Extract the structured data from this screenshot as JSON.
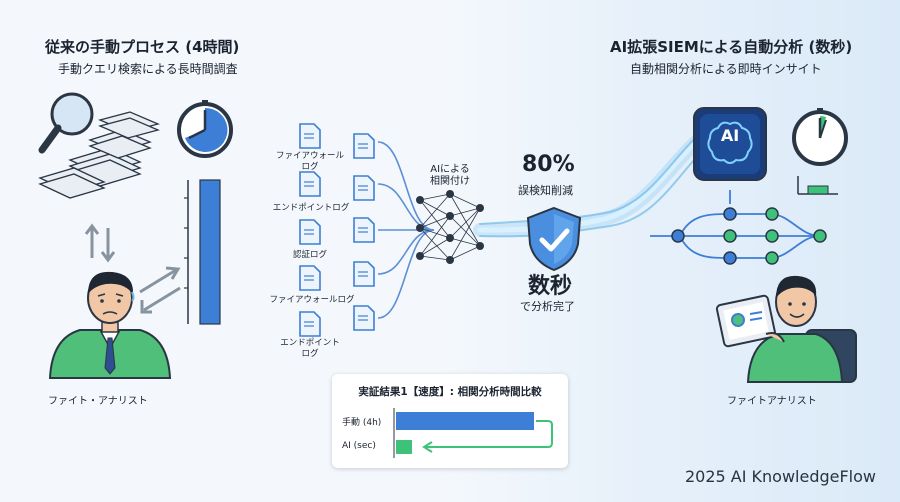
{
  "left": {
    "title": "従来の手動プロセス (4時間)",
    "subtitle": "手動クエリ検索による長時間調査",
    "person_label": "ファイト・アナリスト"
  },
  "right": {
    "title": "AI拡張SIEMによる自動分析 (数秒)",
    "subtitle": "自動相関分析による即時インサイト",
    "person_label": "ファイトアナリスト",
    "ai_chip_label": "AI"
  },
  "logs": [
    {
      "label": "ファイアウォール\nログ"
    },
    {
      "label": "エンドポイントログ"
    },
    {
      "label": "認証ログ"
    },
    {
      "label": "ファイアウォールログ"
    },
    {
      "label": "エンドポイント\nログ"
    }
  ],
  "network": {
    "label": "AIによる\n相関付け"
  },
  "stats": {
    "accuracy_value": "80%",
    "accuracy_label": "誤検知削減",
    "speed_value": "数秒",
    "speed_label": "で分析完了"
  },
  "comparison": {
    "title": "実証結果1【速度】: 相関分析時間比較",
    "rows": [
      {
        "label": "手動 (4h)",
        "value_hours": 4,
        "color": "#3d7fd6"
      },
      {
        "label": "AI (sec)",
        "value_hours": 0.3,
        "color": "#3ec27a"
      }
    ]
  },
  "colors": {
    "accent": "#2f6fd0",
    "green": "#3ec27a",
    "person_shirt": "#4fbf7a"
  },
  "footer": "2025 AI KnowledgeFlow"
}
